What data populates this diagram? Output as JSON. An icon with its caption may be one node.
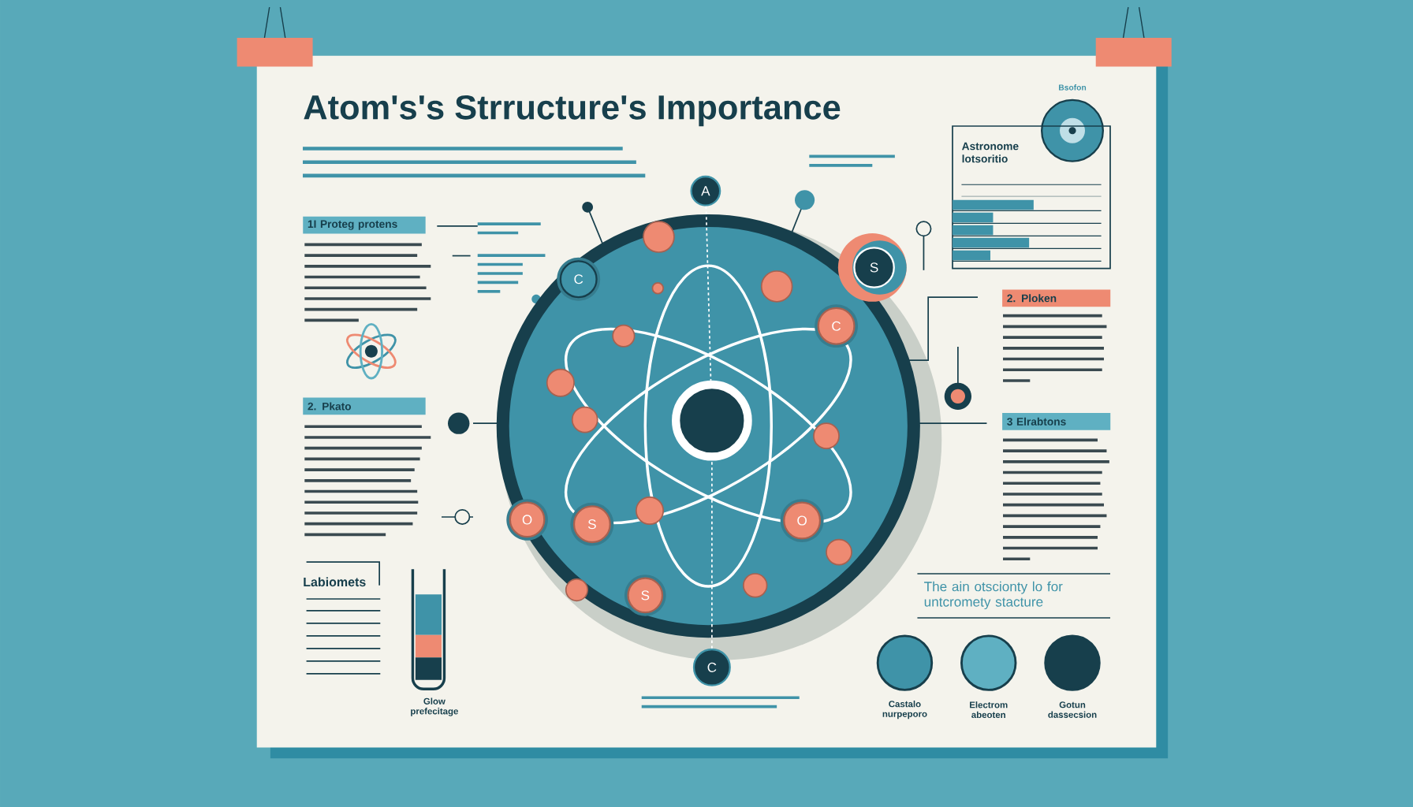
{
  "diagram": {
    "title": "Atom's's Strructure's Importance",
    "nodes": [
      {
        "text": [],
        "shape": "circle"
      },
      {
        "text": [],
        "shape": "circle",
        "in": 0
      },
      {
        "text": [
          "A"
        ]
      },
      {
        "text": [
          "C"
        ],
        "in": 0
      },
      {
        "text": [
          "S"
        ]
      },
      {
        "text": [
          "C"
        ],
        "in": 0
      },
      {
        "text": [
          "O"
        ],
        "in": 0
      },
      {
        "text": [
          "S"
        ],
        "in": 0
      },
      {
        "text": [
          "S"
        ],
        "in": 0
      },
      {
        "text": [
          "O"
        ],
        "in": 0
      },
      {
        "text": [
          "C"
        ]
      },
      {
        "text": [
          "1I Proteg protens"
        ]
      },
      {
        "text": [
          "2. Pkato"
        ]
      },
      {
        "text": [
          "2. Ploken"
        ]
      },
      {
        "text": [
          "3 Elrabtons"
        ]
      },
      {
        "text": [
          "Astronome lotsoritio"
        ]
      },
      {
        "text": [],
        "shape": "circle",
        "beside": [
          "Castalo nurpeporo"
        ]
      },
      {
        "text": [],
        "shape": "circle",
        "beside": [
          "Electrom abeoten"
        ]
      },
      {
        "text": [],
        "shape": "circle",
        "beside": [
          "Gotun dassecsion"
        ]
      },
      {
        "text": [],
        "shape": "circle"
      }
    ],
    "edges": [
      {
        "from": 2,
        "to": 1,
        "arrow": "none",
        "style": "dashed"
      },
      {
        "from": 10,
        "to": 1,
        "arrow": "none",
        "style": "dashed"
      }
    ],
    "labels": [
      "Bsofon",
      "Labiomets",
      "Glow prefecitage",
      "The ain otscionty lo for untcromety stacture"
    ]
  }
}
